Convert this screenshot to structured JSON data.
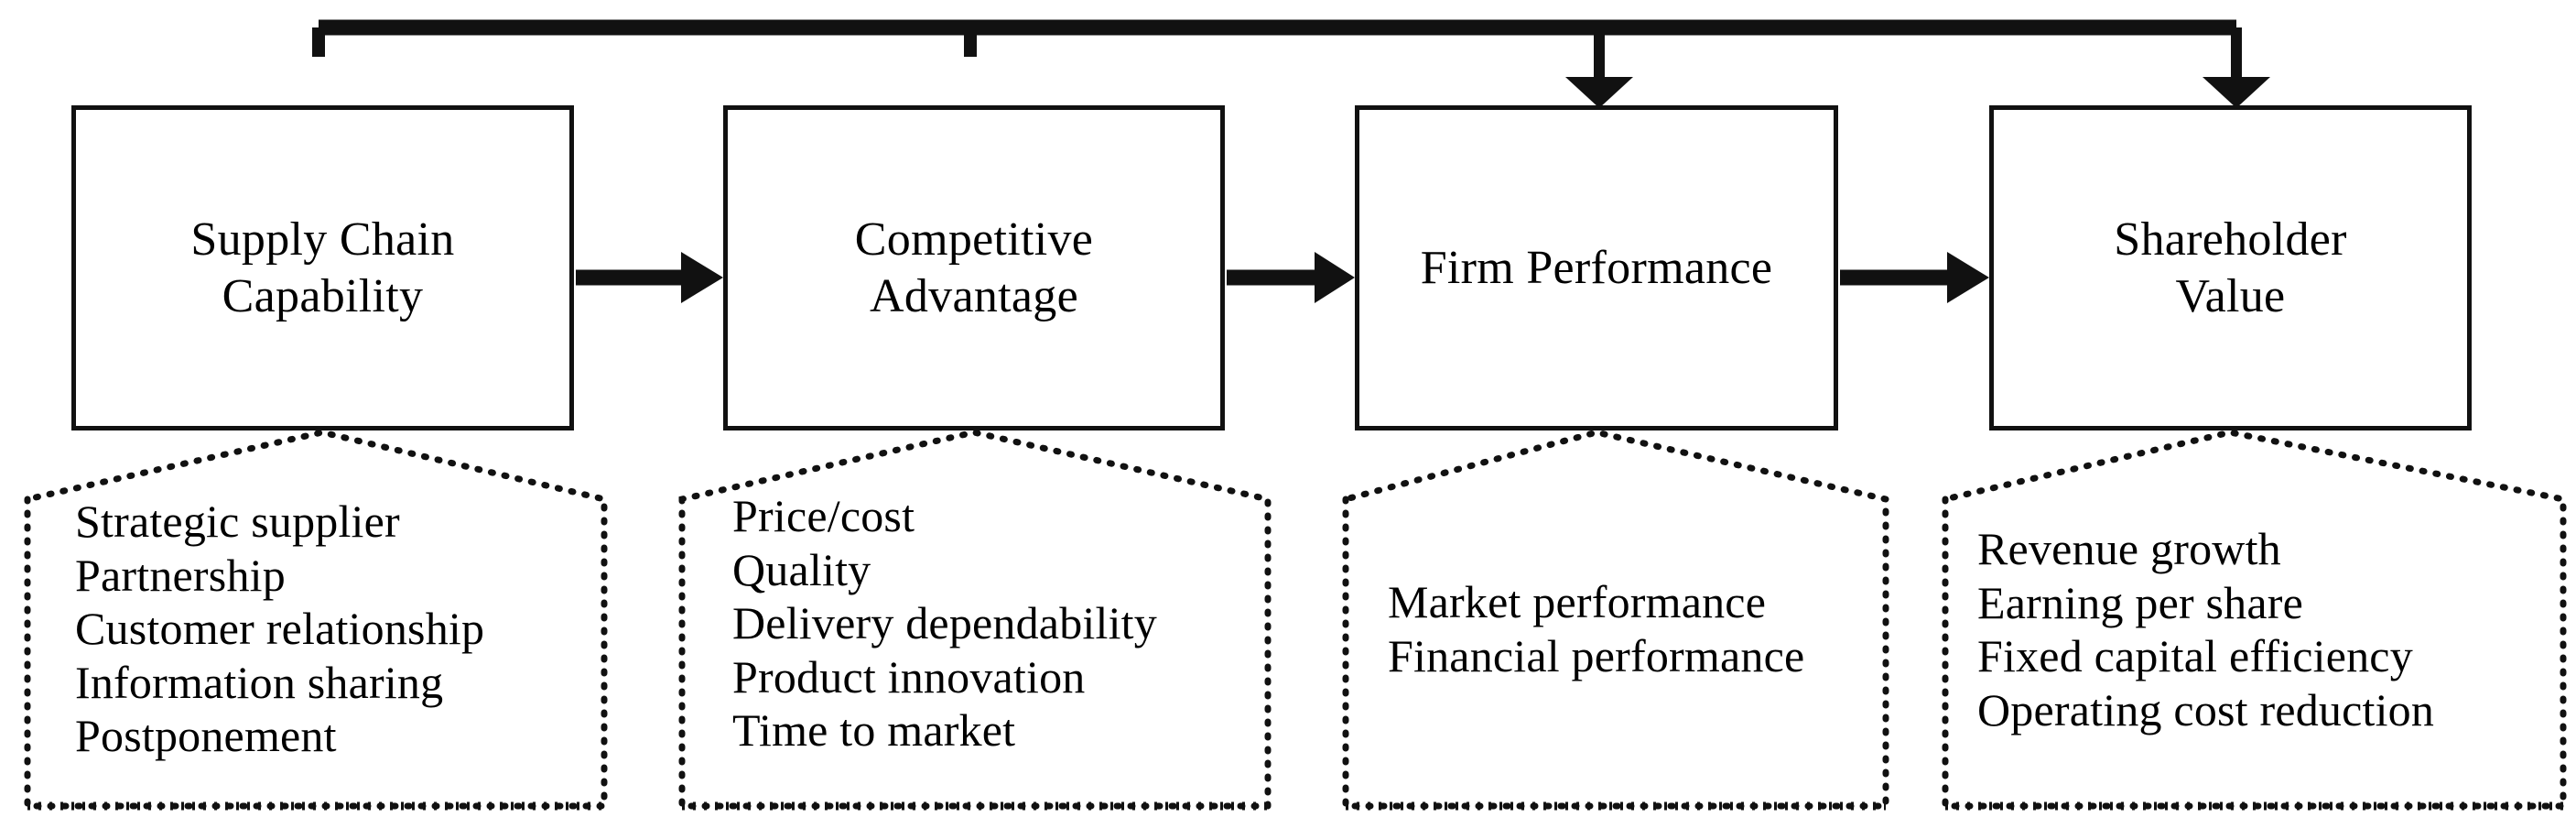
{
  "diagram": {
    "type": "flow-chain",
    "orientation": "left-to-right",
    "background_color": "#ffffff",
    "line_color": "#111111",
    "nodes": [
      {
        "id": "supply-chain-capability",
        "title": "Supply Chain\nCapability",
        "items": [
          "Strategic  supplier",
          "Partnership",
          "Customer relationship",
          "Information sharing",
          "Postponement"
        ],
        "items_text": "Strategic  supplier\nPartnership\nCustomer relationship\nInformation sharing\nPostponement"
      },
      {
        "id": "competitive-advantage",
        "title": "Competitive\nAdvantage",
        "items": [
          "Price/cost",
          "Quality",
          "Delivery  dependability",
          "Product innovation",
          "Time to market"
        ],
        "items_text": "Price/cost\nQuality\nDelivery  dependability\nProduct innovation\nTime to market"
      },
      {
        "id": "firm-performance",
        "title": "Firm Performance",
        "items": [
          "Market performance",
          "Financial  performance"
        ],
        "items_text": "Market performance\nFinancial  performance"
      },
      {
        "id": "shareholder-value",
        "title": "Shareholder\nValue",
        "items": [
          "Revenue growth",
          "Earning per share",
          "Fixed capital  efficiency",
          "Operating cost reduction"
        ],
        "items_text": "Revenue growth\nEarning per share\nFixed capital  efficiency\nOperating cost reduction"
      }
    ],
    "connectors": [
      {
        "from": "supply-chain-capability",
        "to": "competitive-advantage",
        "style": "solid-arrow",
        "direction": "right"
      },
      {
        "from": "competitive-advantage",
        "to": "firm-performance",
        "style": "solid-arrow",
        "direction": "right"
      },
      {
        "from": "firm-performance",
        "to": "shareholder-value",
        "style": "solid-arrow",
        "direction": "right"
      },
      {
        "from": "supply-chain-capability",
        "to": "firm-performance",
        "style": "overhead-arrow",
        "direction": "down"
      },
      {
        "from": "competitive-advantage",
        "to": "shareholder-value",
        "style": "overhead-arrow",
        "direction": "down"
      }
    ]
  }
}
